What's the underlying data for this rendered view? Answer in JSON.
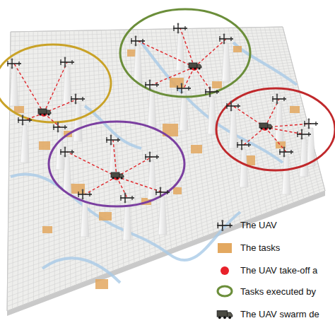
{
  "diagram": {
    "legend": [
      {
        "text": "The UAV"
      },
      {
        "text": "The tasks",
        "color": "#e3a860"
      },
      {
        "text": "The UAV take-off a",
        "color": "#e8212a"
      },
      {
        "text": "Tasks executed by"
      },
      {
        "text": "The UAV swarm de"
      }
    ]
  }
}
